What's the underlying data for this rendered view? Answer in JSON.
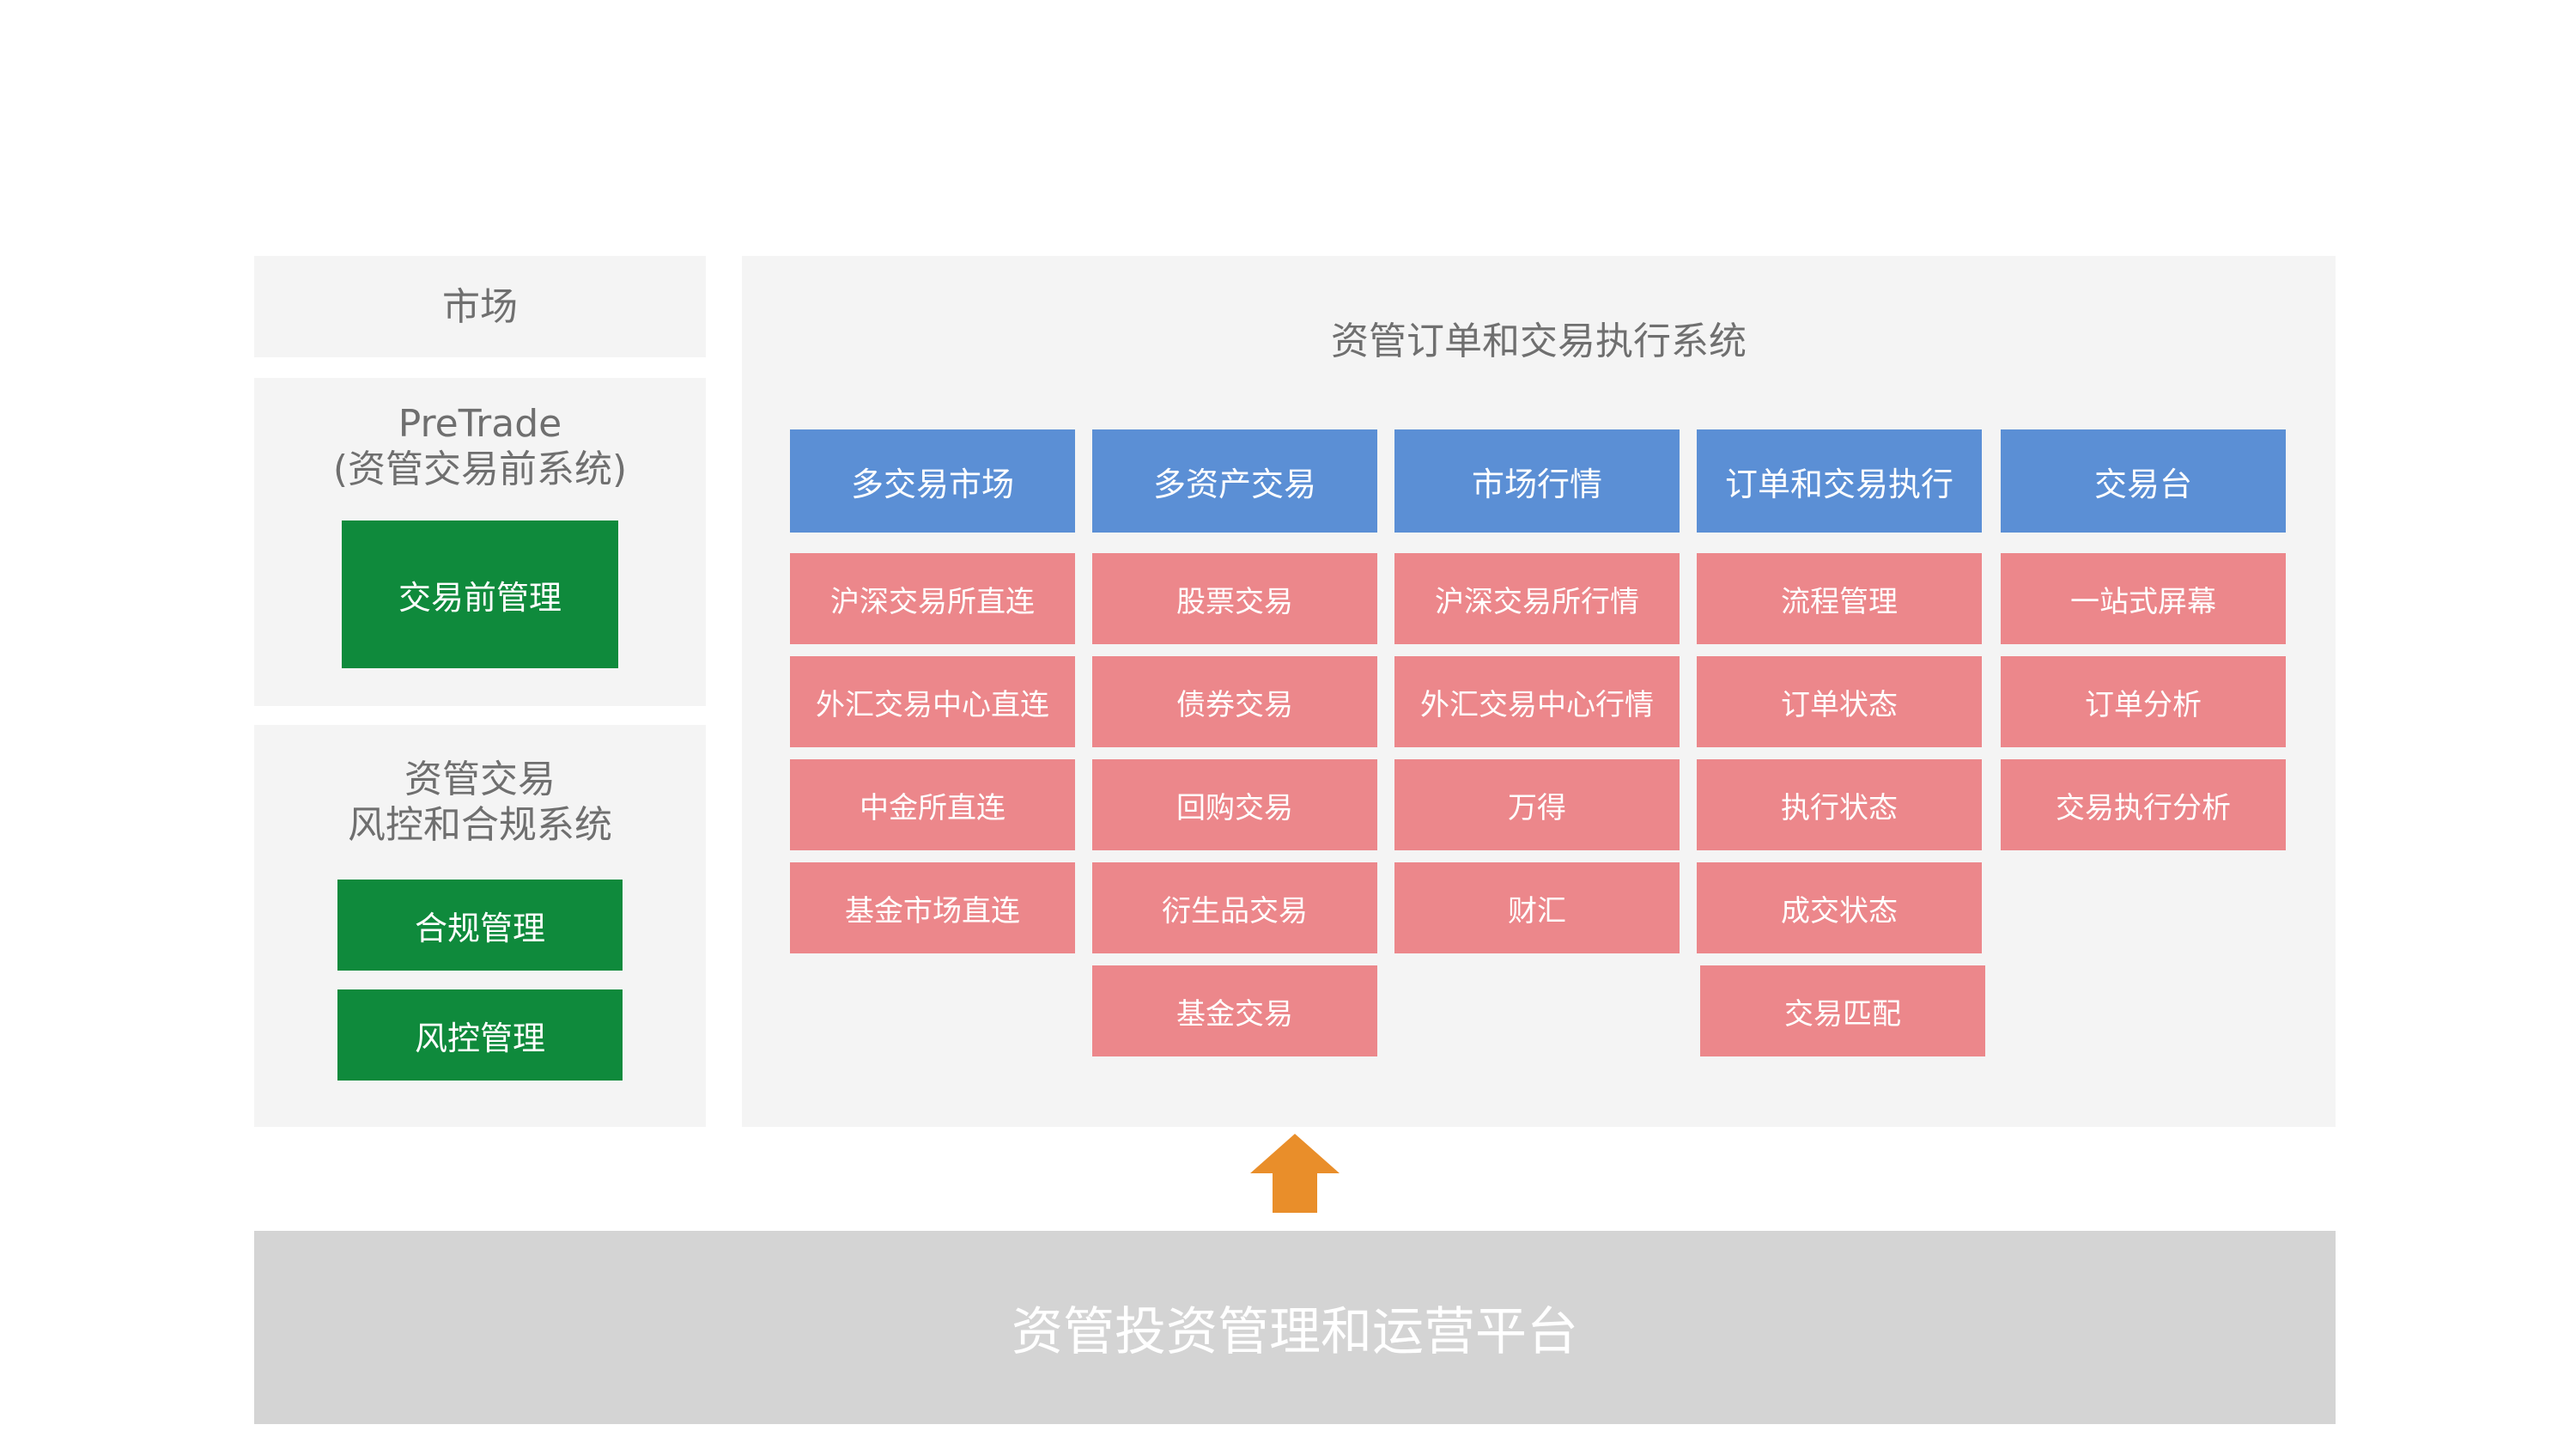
{
  "left": {
    "market": {
      "title": "市场"
    },
    "pretrade": {
      "title_line1": "PreTrade",
      "title_line2": "(资管交易前系统)",
      "button": "交易前管理"
    },
    "risk": {
      "title_line1": "资管交易",
      "title_line2": "风控和合规系统",
      "buttons": [
        "合规管理",
        "风控管理"
      ]
    }
  },
  "main": {
    "title": "资管订单和交易执行系统",
    "columns": [
      {
        "header": "多交易市场",
        "items": [
          "沪深交易所直连",
          "外汇交易中心直连",
          "中金所直连",
          "基金市场直连"
        ]
      },
      {
        "header": "多资产交易",
        "items": [
          "股票交易",
          "债券交易",
          "回购交易",
          "衍生品交易",
          "基金交易"
        ]
      },
      {
        "header": "市场行情",
        "items": [
          "沪深交易所行情",
          "外汇交易中心行情",
          "万得",
          "财汇"
        ]
      },
      {
        "header": "订单和交易执行",
        "items": [
          "流程管理",
          "订单状态",
          "执行状态",
          "成交状态",
          "交易匹配"
        ]
      },
      {
        "header": "交易台",
        "items": [
          "一站式屏幕",
          "订单分析",
          "交易执行分析"
        ]
      }
    ]
  },
  "platform": {
    "label": "资管投资管理和运营平台"
  },
  "colors": {
    "panel_bg": "#f4f4f4",
    "header_blue": "#5b8fd5",
    "cell_pink": "#ec878b",
    "green": "#0f8a3c",
    "arrow_orange": "#e98e2a",
    "platform_gray": "#d4d4d4"
  }
}
